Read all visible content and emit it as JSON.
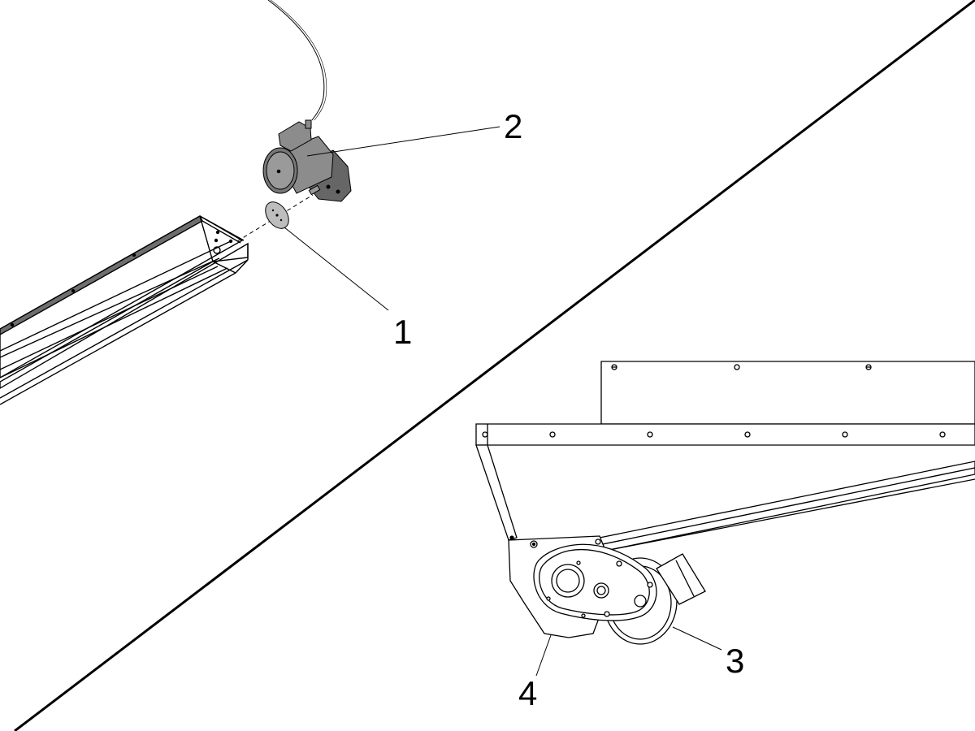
{
  "callouts": [
    {
      "number": "1",
      "part": "gasket"
    },
    {
      "number": "2",
      "part": "gear-motor"
    },
    {
      "number": "3",
      "part": "fan-housing"
    },
    {
      "number": "4",
      "part": "gearbox-drive"
    }
  ],
  "colors": {
    "line": "#000000",
    "motor_fill": "#8c8c8c",
    "motor_dark": "#666666",
    "trough_rim": "#6e6e6e",
    "background": "#ffffff"
  }
}
